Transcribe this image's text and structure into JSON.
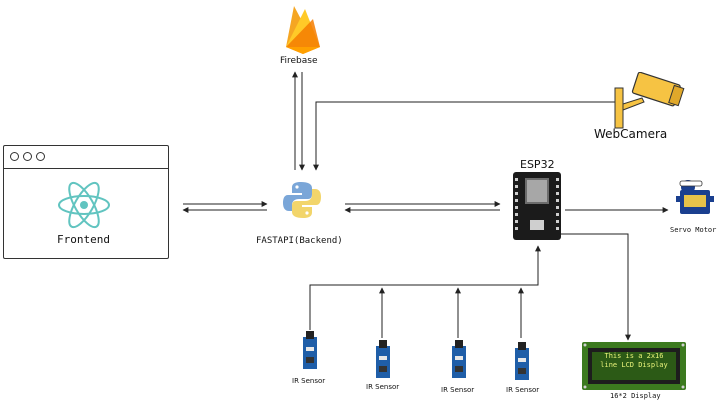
{
  "nodes": {
    "firebase": {
      "label": "Firebase"
    },
    "webcam": {
      "label": "WebCamera"
    },
    "frontend": {
      "label": "Frontend"
    },
    "backend": {
      "label": "FASTAPI(Backend)"
    },
    "esp32": {
      "label": "ESP32"
    },
    "servo": {
      "label": "Servo Motor"
    },
    "lcd": {
      "label": "16*2 Display",
      "screen_line1": "This is a 2x16",
      "screen_line2": "line LCD Display"
    },
    "ir_sensors": [
      {
        "label": "IR Sensor"
      },
      {
        "label": "IR Sensor"
      },
      {
        "label": "IR Sensor"
      },
      {
        "label": "IR Sensor"
      }
    ]
  },
  "colors": {
    "firebase_orange": "#f5a623",
    "firebase_yellow": "#ffca28",
    "react_teal": "#61c4c0",
    "python_blue": "#7aa6d8",
    "python_yellow": "#f2d56b",
    "camera_gold": "#f6c343",
    "sensor_blue": "#1f5ea8",
    "lcd_green": "#3c7a1f",
    "servo_blue": "#1a3f8f"
  }
}
